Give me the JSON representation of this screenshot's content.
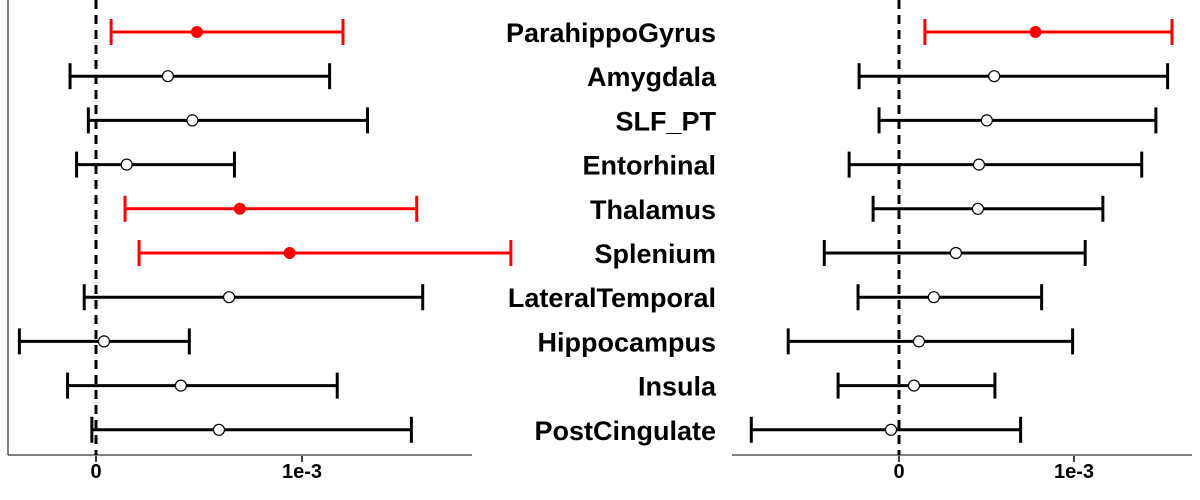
{
  "chart_data": {
    "type": "forest",
    "categories": [
      "ParahippoGyrus",
      "Amygdala",
      "SLF_PT",
      "Entorhinal",
      "Thalamus",
      "Splenium",
      "LateralTemporal",
      "Hippocampus",
      "Insula",
      "PostCingulate"
    ],
    "panels": [
      {
        "x_ticks": [
          {
            "value": 0,
            "label": "0"
          },
          {
            "value": 0.001,
            "label": "1e-3"
          }
        ],
        "reference_line": 0,
        "rows": [
          {
            "estimate": 0.00049,
            "lower": 7.35e-05,
            "upper": 0.001199,
            "significant": true
          },
          {
            "estimate": 0.000349,
            "lower": -0.000126,
            "upper": 0.001134,
            "significant": false
          },
          {
            "estimate": 0.000468,
            "lower": -3.71e-05,
            "upper": 0.001318,
            "significant": false
          },
          {
            "estimate": 0.000149,
            "lower": -9.43e-05,
            "upper": 0.000672,
            "significant": false
          },
          {
            "estimate": 0.000698,
            "lower": 0.000141,
            "upper": 0.001557,
            "significant": true
          },
          {
            "estimate": 0.00094,
            "lower": 0.000209,
            "upper": 0.002014,
            "significant": true
          },
          {
            "estimate": 0.000646,
            "lower": -5.72e-05,
            "upper": 0.001586,
            "significant": false
          },
          {
            "estimate": 3.89e-05,
            "lower": -0.000372,
            "upper": 0.000453,
            "significant": false
          },
          {
            "estimate": 0.000412,
            "lower": -0.000138,
            "upper": 0.001171,
            "significant": false
          },
          {
            "estimate": 0.000597,
            "lower": -2e-05,
            "upper": 0.001531,
            "significant": false
          }
        ]
      },
      {
        "x_ticks": [
          {
            "value": 0,
            "label": "0"
          },
          {
            "value": 0.001,
            "label": "1e-3"
          }
        ],
        "reference_line": 0,
        "rows": [
          {
            "estimate": 0.00078,
            "lower": 0.000148,
            "upper": 0.00156,
            "significant": true
          },
          {
            "estimate": 0.000544,
            "lower": -0.000228,
            "upper": 0.001535,
            "significant": false
          },
          {
            "estimate": 0.000502,
            "lower": -0.000114,
            "upper": 0.001468,
            "significant": false
          },
          {
            "estimate": 0.000457,
            "lower": -0.000285,
            "upper": 0.001387,
            "significant": false
          },
          {
            "estimate": 0.000451,
            "lower": -0.000148,
            "upper": 0.001165,
            "significant": false
          },
          {
            "estimate": 0.000325,
            "lower": -0.000427,
            "upper": 0.001064,
            "significant": false
          },
          {
            "estimate": 0.000199,
            "lower": -0.000234,
            "upper": 0.000815,
            "significant": false
          },
          {
            "estimate": 0.000114,
            "lower": -0.000633,
            "upper": 0.000992,
            "significant": false
          },
          {
            "estimate": 8.55e-05,
            "lower": -0.000348,
            "upper": 0.000548,
            "significant": false
          },
          {
            "estimate": -4.56e-05,
            "lower": -0.000844,
            "upper": 0.000695,
            "significant": false
          }
        ]
      }
    ],
    "colors": {
      "significant": "#ff0000",
      "not_significant": "#000000"
    },
    "xlabel": "",
    "ylabel": ""
  }
}
